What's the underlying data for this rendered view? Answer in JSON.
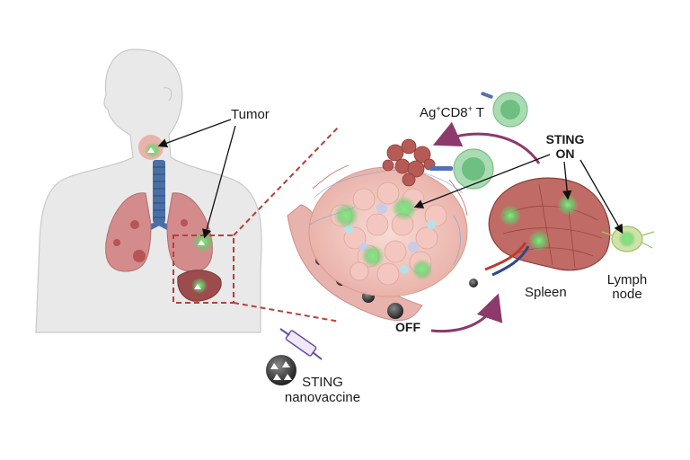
{
  "labels": {
    "tumor": "Tumor",
    "tcell_prefix": "Ag",
    "tcell_sup1": "+",
    "tcell_mid": "CD8",
    "tcell_sup2": "+",
    "tcell_suffix": " T",
    "sting_on_line1": "STING",
    "sting_on_line2": "ON",
    "off": "OFF",
    "spleen": "Spleen",
    "lymph_line1": "Lymph",
    "lymph_line2": "node",
    "vaccine_line1": "STING",
    "vaccine_line2": "nanovaccine"
  },
  "colors": {
    "skin": "#e9e9ea",
    "skin_stroke": "#c9c9cc",
    "lung": "#d48b8b",
    "trachea": "#4a6fa5",
    "tumor_glow": "#5fd16a",
    "vessel": "#e8b2ad",
    "spleen": "#b85a57",
    "arrow_purple": "#8b3a6b",
    "dashed_red": "#b5403a",
    "syringe": "#6b4aa0"
  },
  "icons": [
    "human-torso-icon",
    "lung-icon",
    "liver-icon",
    "tumor-icon",
    "t-cell-icon",
    "spleen-icon",
    "lymph-node-icon",
    "blood-vessel-icon",
    "nanoparticle-icon",
    "syringe-icon"
  ]
}
